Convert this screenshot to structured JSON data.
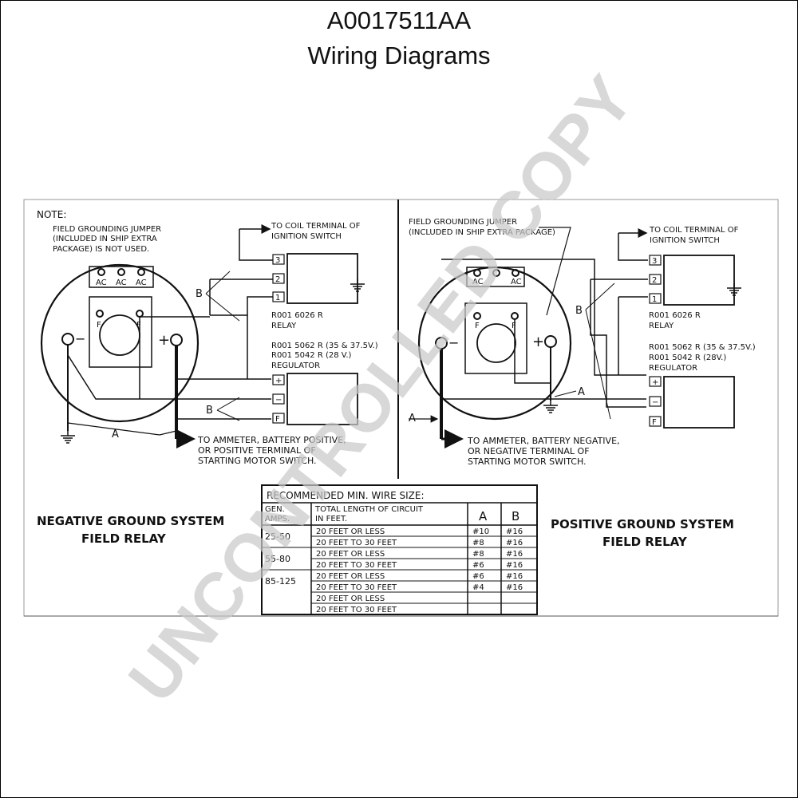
{
  "header": {
    "code": "A0017511AA",
    "subtitle": "Wiring Diagrams"
  },
  "watermark": "UNCONTROLLED COPY",
  "left": {
    "note_title": "NOTE:",
    "note_lines": [
      "FIELD GROUNDING JUMPER",
      "(INCLUDED IN SHIP EXTRA",
      "PACKAGE) IS NOT USED."
    ],
    "ac_labels": [
      "AC",
      "AC",
      "AC"
    ],
    "f_label": "F",
    "minus": "−",
    "plus": "+",
    "coil_lines": [
      "TO COIL TERMINAL OF",
      "IGNITION SWITCH"
    ],
    "relay_terms": [
      "3",
      "2",
      "1"
    ],
    "relay_lines": [
      "R001 6026 R",
      "RELAY"
    ],
    "reg_lines": [
      "R001 5062 R (35 & 37.5V.)",
      "R001 5042 R (28 V.)",
      "REGULATOR"
    ],
    "reg_terms": [
      "+",
      "−",
      "F"
    ],
    "label_a": "A",
    "label_b": "B",
    "ammeter_lines": [
      "TO AMMETER, BATTERY POSITIVE,",
      "OR POSITIVE TERMINAL OF",
      "STARTING MOTOR SWITCH."
    ],
    "system_lines": [
      "NEGATIVE GROUND SYSTEM",
      "FIELD RELAY"
    ]
  },
  "right": {
    "jumper_lines": [
      "FIELD GROUNDING JUMPER",
      "(INCLUDED IN SHIP EXTRA PACKAGE)"
    ],
    "ac_labels": [
      "AC",
      "AC"
    ],
    "f_label": "F",
    "minus": "−",
    "plus": "+",
    "coil_lines": [
      "TO COIL TERMINAL OF",
      "IGNITION SWITCH"
    ],
    "relay_terms": [
      "3",
      "2",
      "1"
    ],
    "relay_lines": [
      "R001 6026 R",
      "RELAY"
    ],
    "reg_lines": [
      "R001 5062 R (35 & 37.5V.)",
      "R001 5042 R (28V.)",
      "REGULATOR"
    ],
    "reg_terms": [
      "+",
      "−",
      "F"
    ],
    "label_a": "A",
    "label_b": "B",
    "ammeter_lines": [
      "TO AMMETER, BATTERY NEGATIVE,",
      "OR NEGATIVE TERMINAL OF",
      "STARTING MOTOR SWITCH."
    ],
    "system_lines": [
      "POSITIVE GROUND SYSTEM",
      "FIELD RELAY"
    ]
  },
  "wire_table": {
    "title": "RECOMMENDED MIN. WIRE SIZE:",
    "col_amps": [
      "GEN.",
      "AMPS."
    ],
    "col_length": [
      "TOTAL LENGTH OF CIRCUIT",
      "IN FEET."
    ],
    "col_a": "A",
    "col_b": "B",
    "rows": [
      {
        "amps": "25-50",
        "length": "20 FEET OR LESS",
        "a": "#10",
        "b": "#16"
      },
      {
        "amps": "",
        "length": "20 FEET TO 30 FEET",
        "a": "#8",
        "b": "#16"
      },
      {
        "amps": "55-80",
        "length": "20 FEET OR LESS",
        "a": "#8",
        "b": "#16"
      },
      {
        "amps": "",
        "length": "20 FEET TO 30 FEET",
        "a": "#6",
        "b": "#16"
      },
      {
        "amps": "85-125",
        "length": "20 FEET OR LESS",
        "a": "#6",
        "b": "#16"
      },
      {
        "amps": "",
        "length": "20 FEET TO 30 FEET",
        "a": "#4",
        "b": "#16"
      },
      {
        "amps": "",
        "length": "20 FEET OR LESS",
        "a": "",
        "b": ""
      },
      {
        "amps": "",
        "length": "20 FEET TO 30 FEET",
        "a": "",
        "b": ""
      }
    ]
  }
}
